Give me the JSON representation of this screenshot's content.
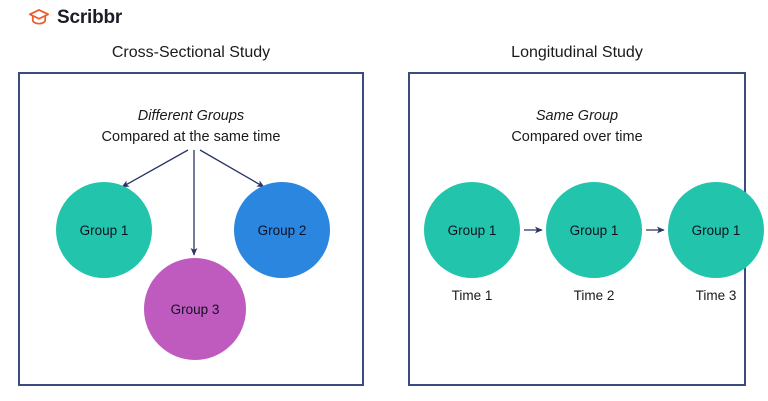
{
  "brand": {
    "name": "Scribbr",
    "logo_icon": "graduation-cap-icon",
    "logo_color": "#ef5b2b",
    "text_color": "#1c1c27"
  },
  "theme": {
    "panel_border": "#3b4b80",
    "arrow_color": "#2a3566",
    "teal": "#23c4ac",
    "blue": "#2b86e0",
    "purple": "#bf5bbf",
    "background": "#ffffff",
    "text": "#1a1a1a"
  },
  "panels": [
    {
      "id": "cross-sectional",
      "title": "Cross-Sectional Study",
      "caption_emphasis": "Different Groups",
      "caption_sub": "Compared at the same time",
      "bubbles": [
        {
          "label": "Group 1",
          "color": "#23c4ac"
        },
        {
          "label": "Group 2",
          "color": "#2b86e0"
        },
        {
          "label": "Group 3",
          "color": "#bf5bbf"
        }
      ]
    },
    {
      "id": "longitudinal",
      "title": "Longitudinal Study",
      "caption_emphasis": "Same Group",
      "caption_sub": "Compared over time",
      "bubbles": [
        {
          "label": "Group 1",
          "color": "#23c4ac"
        },
        {
          "label": "Group 1",
          "color": "#23c4ac"
        },
        {
          "label": "Group 1",
          "color": "#23c4ac"
        }
      ],
      "time_labels": [
        "Time 1",
        "Time 2",
        "Time 3"
      ]
    }
  ]
}
